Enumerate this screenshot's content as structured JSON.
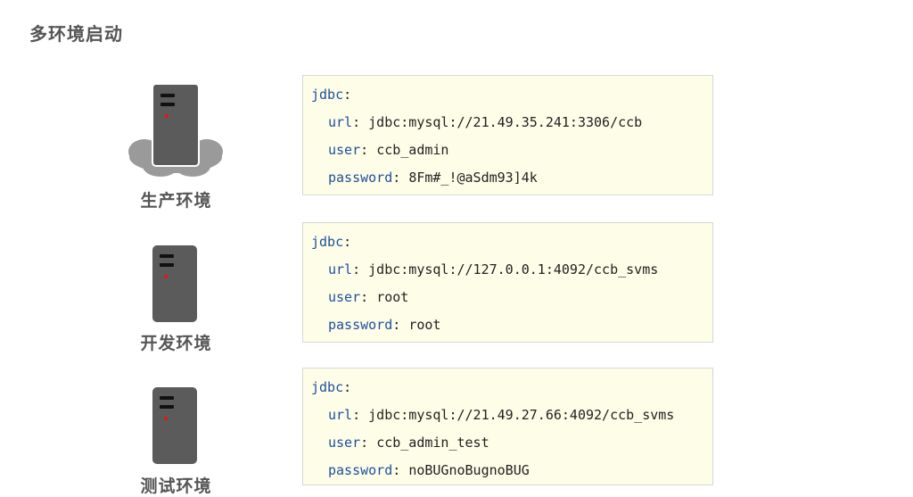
{
  "page": {
    "title": "多环境启动"
  },
  "environments": [
    {
      "label": "生产环境",
      "icon": "server-cloud-icon",
      "config": {
        "root_key": "jdbc",
        "url_key": "url",
        "url_value": "jdbc:mysql://21.49.35.241:3306/ccb",
        "user_key": "user",
        "user_value": "ccb_admin",
        "password_key": "password",
        "password_value": "8Fm#_!@aSdm93]4k"
      }
    },
    {
      "label": "开发环境",
      "icon": "server-icon",
      "config": {
        "root_key": "jdbc",
        "url_key": "url",
        "url_value": "jdbc:mysql://127.0.0.1:4092/ccb_svms",
        "user_key": "user",
        "user_value": "root",
        "password_key": "password",
        "password_value": "root"
      }
    },
    {
      "label": "测试环境",
      "icon": "server-icon",
      "config": {
        "root_key": "jdbc",
        "url_key": "url",
        "url_value": "jdbc:mysql://21.49.27.66:4092/ccb_svms",
        "user_key": "user",
        "user_value": "ccb_admin_test",
        "password_key": "password",
        "password_value": "noBUGnoBugnoBUG"
      }
    }
  ],
  "colors": {
    "key": "#1f4e9c",
    "code_bg": "#fdfde8",
    "led": "#ee1111",
    "server": "#5b5b5b"
  }
}
